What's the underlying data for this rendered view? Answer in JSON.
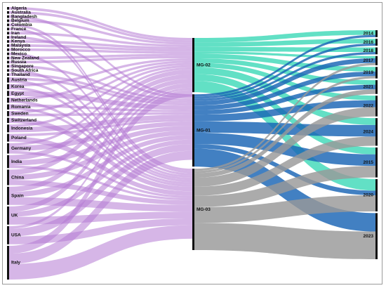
{
  "colors": {
    "country_flow": "#b57ad4",
    "mg02": "#3fd9b8",
    "mg01": "#1864b4",
    "mg03": "#999999",
    "node_bar": "#111111"
  },
  "chart_data": {
    "type": "sankey",
    "stages": [
      {
        "name": "country",
        "nodes": [
          {
            "label": "Algeria",
            "weight": 1
          },
          {
            "label": "Australia",
            "weight": 1
          },
          {
            "label": "Bangladesh",
            "weight": 1
          },
          {
            "label": "Belgium",
            "weight": 1
          },
          {
            "label": "Colombia",
            "weight": 1
          },
          {
            "label": "France",
            "weight": 1
          },
          {
            "label": "Iran",
            "weight": 1
          },
          {
            "label": "Ireland",
            "weight": 1
          },
          {
            "label": "Kenya",
            "weight": 1
          },
          {
            "label": "Malaysia",
            "weight": 1
          },
          {
            "label": "Morocco",
            "weight": 1
          },
          {
            "label": "Mexico",
            "weight": 1
          },
          {
            "label": "New Zealand",
            "weight": 1
          },
          {
            "label": "Russia",
            "weight": 1
          },
          {
            "label": "Singapore",
            "weight": 1
          },
          {
            "label": "South Africa",
            "weight": 1
          },
          {
            "label": "Thailand",
            "weight": 1
          },
          {
            "label": "Austria",
            "weight": 2
          },
          {
            "label": "Korea",
            "weight": 2
          },
          {
            "label": "Egypt",
            "weight": 2
          },
          {
            "label": "Netherlands",
            "weight": 2
          },
          {
            "label": "Romania",
            "weight": 2
          },
          {
            "label": "Sweden",
            "weight": 2
          },
          {
            "label": "Switzerland",
            "weight": 2
          },
          {
            "label": "Indonesia",
            "weight": 3
          },
          {
            "label": "Poland",
            "weight": 3
          },
          {
            "label": "Germany",
            "weight": 4
          },
          {
            "label": "India",
            "weight": 5
          },
          {
            "label": "China",
            "weight": 6
          },
          {
            "label": "Spain",
            "weight": 7
          },
          {
            "label": "UK",
            "weight": 7
          },
          {
            "label": "USA",
            "weight": 7
          },
          {
            "label": "Italy",
            "weight": 13
          }
        ]
      },
      {
        "name": "group",
        "nodes": [
          {
            "label": "MG-02",
            "weight": 24
          },
          {
            "label": "MG-01",
            "weight": 32
          },
          {
            "label": "MG-03",
            "weight": 36
          }
        ]
      },
      {
        "name": "year",
        "nodes": [
          {
            "label": "2014",
            "weight": 3
          },
          {
            "label": "2016",
            "weight": 3
          },
          {
            "label": "2018",
            "weight": 3
          },
          {
            "label": "2017",
            "weight": 4
          },
          {
            "label": "2019",
            "weight": 5
          },
          {
            "label": "2021",
            "weight": 6
          },
          {
            "label": "2022",
            "weight": 9
          },
          {
            "label": "2024",
            "weight": 12
          },
          {
            "label": "2015",
            "weight": 13
          },
          {
            "label": "2020",
            "weight": 14
          },
          {
            "label": "2023",
            "weight": 20
          }
        ]
      }
    ],
    "links_country_group": [
      {
        "source": "Algeria",
        "target": "MG-02",
        "value": 1
      },
      {
        "source": "Australia",
        "target": "MG-02",
        "value": 1
      },
      {
        "source": "Bangladesh",
        "target": "MG-01",
        "value": 1
      },
      {
        "source": "Belgium",
        "target": "MG-02",
        "value": 1
      },
      {
        "source": "Colombia",
        "target": "MG-03",
        "value": 1
      },
      {
        "source": "France",
        "target": "MG-03",
        "value": 1
      },
      {
        "source": "Iran",
        "target": "MG-02",
        "value": 1
      },
      {
        "source": "Ireland",
        "target": "MG-01",
        "value": 1
      },
      {
        "source": "Kenya",
        "target": "MG-02",
        "value": 1
      },
      {
        "source": "Malaysia",
        "target": "MG-02",
        "value": 1
      },
      {
        "source": "Morocco",
        "target": "MG-02",
        "value": 1
      },
      {
        "source": "Mexico",
        "target": "MG-03",
        "value": 1
      },
      {
        "source": "New Zealand",
        "target": "MG-02",
        "value": 1
      },
      {
        "source": "Russia",
        "target": "MG-02",
        "value": 1
      },
      {
        "source": "Singapore",
        "target": "MG-01",
        "value": 1
      },
      {
        "source": "South Africa",
        "target": "MG-03",
        "value": 1
      },
      {
        "source": "Thailand",
        "target": "MG-01",
        "value": 1
      },
      {
        "source": "Austria",
        "target": "MG-01",
        "value": 1
      },
      {
        "source": "Austria",
        "target": "MG-03",
        "value": 1
      },
      {
        "source": "Korea",
        "target": "MG-02",
        "value": 1
      },
      {
        "source": "Korea",
        "target": "MG-03",
        "value": 1
      },
      {
        "source": "Egypt",
        "target": "MG-01",
        "value": 2
      },
      {
        "source": "Netherlands",
        "target": "MG-02",
        "value": 1
      },
      {
        "source": "Netherlands",
        "target": "MG-03",
        "value": 1
      },
      {
        "source": "Romania",
        "target": "MG-01",
        "value": 1
      },
      {
        "source": "Romania",
        "target": "MG-03",
        "value": 1
      },
      {
        "source": "Sweden",
        "target": "MG-02",
        "value": 1
      },
      {
        "source": "Sweden",
        "target": "MG-01",
        "value": 1
      },
      {
        "source": "Switzerland",
        "target": "MG-03",
        "value": 2
      },
      {
        "source": "Indonesia",
        "target": "MG-02",
        "value": 1
      },
      {
        "source": "Indonesia",
        "target": "MG-01",
        "value": 2
      },
      {
        "source": "Poland",
        "target": "MG-01",
        "value": 1
      },
      {
        "source": "Poland",
        "target": "MG-03",
        "value": 2
      },
      {
        "source": "Germany",
        "target": "MG-02",
        "value": 1
      },
      {
        "source": "Germany",
        "target": "MG-01",
        "value": 2
      },
      {
        "source": "Germany",
        "target": "MG-03",
        "value": 1
      },
      {
        "source": "India",
        "target": "MG-02",
        "value": 2
      },
      {
        "source": "India",
        "target": "MG-01",
        "value": 2
      },
      {
        "source": "India",
        "target": "MG-03",
        "value": 1
      },
      {
        "source": "China",
        "target": "MG-02",
        "value": 2
      },
      {
        "source": "China",
        "target": "MG-01",
        "value": 2
      },
      {
        "source": "China",
        "target": "MG-03",
        "value": 2
      },
      {
        "source": "Spain",
        "target": "MG-02",
        "value": 2
      },
      {
        "source": "Spain",
        "target": "MG-01",
        "value": 2
      },
      {
        "source": "Spain",
        "target": "MG-03",
        "value": 3
      },
      {
        "source": "UK",
        "target": "MG-02",
        "value": 2
      },
      {
        "source": "UK",
        "target": "MG-01",
        "value": 2
      },
      {
        "source": "UK",
        "target": "MG-03",
        "value": 3
      },
      {
        "source": "USA",
        "target": "MG-02",
        "value": 1
      },
      {
        "source": "USA",
        "target": "MG-01",
        "value": 3
      },
      {
        "source": "USA",
        "target": "MG-03",
        "value": 3
      },
      {
        "source": "Italy",
        "target": "MG-02",
        "value": 3
      },
      {
        "source": "Italy",
        "target": "MG-01",
        "value": 4
      },
      {
        "source": "Italy",
        "target": "MG-03",
        "value": 6
      }
    ],
    "links_group_year": [
      {
        "source": "MG-02",
        "target": "2014",
        "value": 2
      },
      {
        "source": "MG-02",
        "target": "2016",
        "value": 2
      },
      {
        "source": "MG-02",
        "target": "2018",
        "value": 2
      },
      {
        "source": "MG-02",
        "target": "2017",
        "value": 1
      },
      {
        "source": "MG-02",
        "target": "2019",
        "value": 2
      },
      {
        "source": "MG-02",
        "target": "2021",
        "value": 2
      },
      {
        "source": "MG-02",
        "target": "2022",
        "value": 2
      },
      {
        "source": "MG-02",
        "target": "2024",
        "value": 3
      },
      {
        "source": "MG-02",
        "target": "2015",
        "value": 3
      },
      {
        "source": "MG-02",
        "target": "2020",
        "value": 5
      },
      {
        "source": "MG-01",
        "target": "2014",
        "value": 1
      },
      {
        "source": "MG-01",
        "target": "2016",
        "value": 1
      },
      {
        "source": "MG-01",
        "target": "2018",
        "value": 1
      },
      {
        "source": "MG-01",
        "target": "2017",
        "value": 2
      },
      {
        "source": "MG-01",
        "target": "2019",
        "value": 2
      },
      {
        "source": "MG-01",
        "target": "2021",
        "value": 2
      },
      {
        "source": "MG-01",
        "target": "2022",
        "value": 3
      },
      {
        "source": "MG-01",
        "target": "2024",
        "value": 5
      },
      {
        "source": "MG-01",
        "target": "2015",
        "value": 5
      },
      {
        "source": "MG-01",
        "target": "2020",
        "value": 2
      },
      {
        "source": "MG-01",
        "target": "2023",
        "value": 8
      },
      {
        "source": "MG-03",
        "target": "2017",
        "value": 1
      },
      {
        "source": "MG-03",
        "target": "2019",
        "value": 1
      },
      {
        "source": "MG-03",
        "target": "2021",
        "value": 2
      },
      {
        "source": "MG-03",
        "target": "2022",
        "value": 4
      },
      {
        "source": "MG-03",
        "target": "2024",
        "value": 4
      },
      {
        "source": "MG-03",
        "target": "2015",
        "value": 5
      },
      {
        "source": "MG-03",
        "target": "2020",
        "value": 7
      },
      {
        "source": "MG-03",
        "target": "2023",
        "value": 12
      }
    ]
  }
}
